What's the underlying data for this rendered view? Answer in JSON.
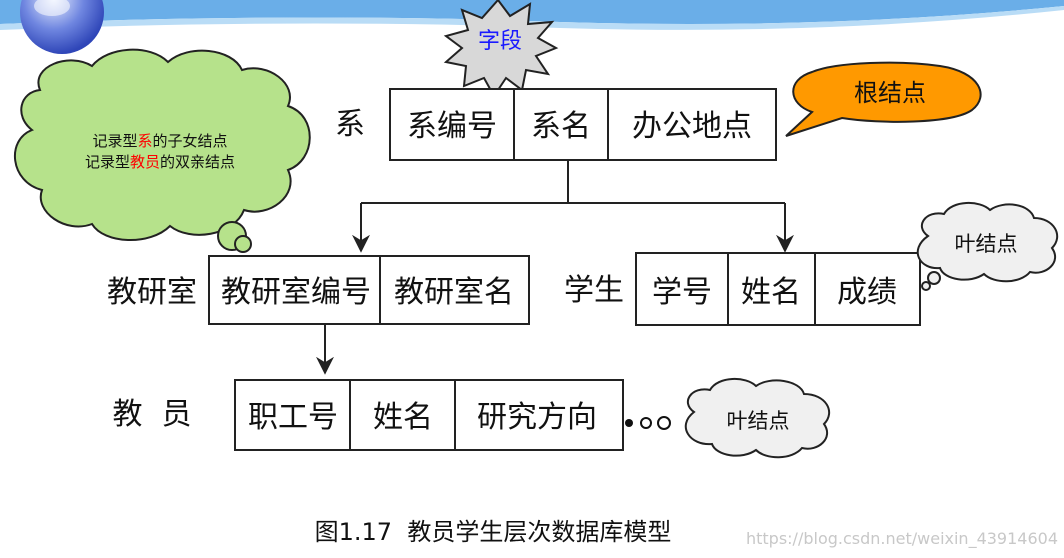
{
  "star_label": "字段",
  "root_label": "根结点",
  "cloud_note": {
    "line1_prefix": "记录型",
    "line1_highlight": "系",
    "line1_suffix": "的子女结点",
    "line2_prefix": "记录型",
    "line2_highlight": "教员",
    "line2_suffix": "的双亲结点"
  },
  "leaf_note_1": "叶结点",
  "leaf_note_2": "叶结点",
  "records": {
    "department": {
      "label": "系",
      "fields": [
        "系编号",
        "系名",
        "办公地点"
      ]
    },
    "office": {
      "label": "教研室",
      "fields": [
        "教研室编号",
        "教研室名"
      ]
    },
    "student": {
      "label": "学生",
      "fields": [
        "学号",
        "姓名",
        "成绩"
      ]
    },
    "teacher": {
      "label": "教  员",
      "fields": [
        "职工号",
        "姓名",
        "研究方向"
      ]
    }
  },
  "caption": "图1.17  教员学生层次数据库模型",
  "watermark": "https://blog.csdn.net/weixin_43914604",
  "colors": {
    "top_band": "#6aaee8",
    "cloud_green": "#b6e28b",
    "callout_orange": "#ff9900",
    "cloud_gray": "#f0f0f0",
    "highlight_red": "#ff0000",
    "star_text": "#1a1aff"
  }
}
